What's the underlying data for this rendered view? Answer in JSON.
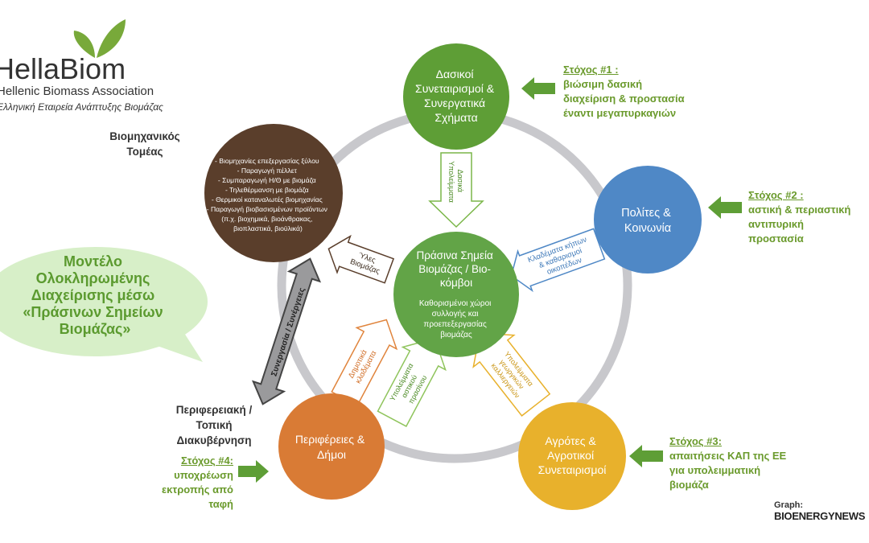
{
  "logo": {
    "name": "HellaBiom",
    "subtitle_en": "Hellenic Biomass Association",
    "subtitle_gr": "Ελληνική Εταιρεία Ανάπτυξης Βιομάζας"
  },
  "model_bubble": {
    "lines": [
      "Μοντέλο",
      "Ολοκληρωμένης",
      "Διαχείρισης μέσω",
      "«Πράσινων Σημείων",
      "Βιομάζας»"
    ]
  },
  "nodes": {
    "forest": {
      "lines": [
        "Δασικοί",
        "Συνεταιρισμοί &",
        "Συνεργατικά",
        "Σχήματα"
      ]
    },
    "citizens": {
      "lines": [
        "Πολίτες &",
        "Κοινωνία"
      ]
    },
    "farmers": {
      "lines": [
        "Αγρότες &",
        "Αγροτικοί",
        "Συνεταιρισμοί"
      ]
    },
    "regions": {
      "lines": [
        "Περιφέρειες &",
        "Δήμοι"
      ]
    },
    "industry": {
      "lines": [
        "- Βιομηχανίες επεξεργασίας ξύλου",
        "- Παραγωγή πέλλετ",
        "- Συμπαραγωγή Η/Θ με βιομάζα",
        "- Τηλεθέρμανση με βιομάζα",
        "- Θερμικοί καταναλωτές βιομηχανίας",
        "- Παραγωγή βιοβασισμένων προϊόντων",
        "(π.χ. βιοχημικά, βιοάνθρακας,",
        "βιοπλαστικά, βιοϋλικά)"
      ]
    },
    "center": {
      "title_lines": [
        "Πράσινα Σημεία",
        "Βιομάζας / Βιο-",
        "κόμβοι"
      ],
      "sub_lines": [
        "Καθορισμένοι χώροι",
        "συλλογής και",
        "προεπεξεργασίας",
        "βιομάζας"
      ]
    }
  },
  "flows": {
    "forest_residues": [
      "Δασικά",
      "Υπολείμματα"
    ],
    "prunings": [
      "Κλαδέματα κήπων",
      "& καθαρισμοί",
      "οικοπέδων"
    ],
    "agri_residues": [
      "Υπολείμματα",
      "γεωργικών",
      "καλλιεργειών"
    ],
    "municipal_prunings": [
      "Δημοτικά",
      "κλαδέματα"
    ],
    "urban_green": [
      "Υπολείμματα",
      "αστικού",
      "πρασίνου"
    ],
    "biomass_materials": [
      "Ύλες",
      "Βιομάζας"
    ],
    "synergy": "Συνεργασία / Συνέργειες"
  },
  "sectors": {
    "industry": [
      "Βιομηχανικός",
      "Τομέας"
    ],
    "governance": [
      "Περιφερειακή /",
      "Τοπική",
      "Διακυβέρνηση"
    ]
  },
  "goals": {
    "g1": {
      "title": "Στόχος #1 :",
      "lines": [
        "βιώσιμη δασική",
        "διαχείριση & προστασία",
        "έναντι μεγαπυρκαγιών"
      ]
    },
    "g2": {
      "title": "Στόχος #2 :",
      "lines": [
        "αστική & περιαστική",
        "αντιπυρική",
        "προστασία"
      ]
    },
    "g3": {
      "title": "Στόχος #3:",
      "lines": [
        "απαιτήσεις ΚΑΠ της ΕΕ",
        "για υπολειμματική",
        "βιομάζα"
      ]
    },
    "g4": {
      "title": "Στόχος #4:",
      "lines": [
        "υποχρέωση",
        "εκτροπής από",
        "ταφή"
      ]
    }
  },
  "credit": {
    "label": "Graph:",
    "brand": "BIOENERGYNEWS"
  },
  "colors": {
    "forest": "#5e9e36",
    "citizens": "#4f88c6",
    "farmers": "#e8b12c",
    "regions": "#d97b35",
    "industry": "#5a3e2b",
    "center": "#62a447",
    "ring": "#c8c8cc",
    "goal_text": "#6a9a2c",
    "bubble": "#d7efc8"
  }
}
